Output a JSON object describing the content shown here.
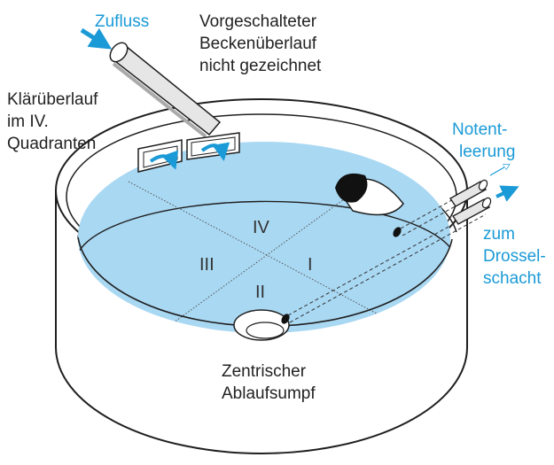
{
  "labels": {
    "zufluss": "Zufluss",
    "vorgeschaltet": [
      "Vorgeschalteter",
      "Beckenüberlauf",
      "nicht gezeichnet"
    ],
    "klaerueberlauf": [
      "Klärüberlauf",
      "im IV.",
      "Quadranten"
    ],
    "notentleerung": [
      "Notent-",
      "leerung"
    ],
    "drossel": [
      "zum",
      "Drossel-",
      "schacht"
    ],
    "sumpf": [
      "Zentrischer",
      "Ablaufsumpf"
    ]
  },
  "quadrants": [
    "I",
    "II",
    "III",
    "IV"
  ],
  "colors": {
    "water": "#a9d8f3",
    "outline": "#1f1f1f",
    "label_blue": "#1a9ad6",
    "label_dark": "#222222",
    "pipe": "#dcdcdc"
  }
}
